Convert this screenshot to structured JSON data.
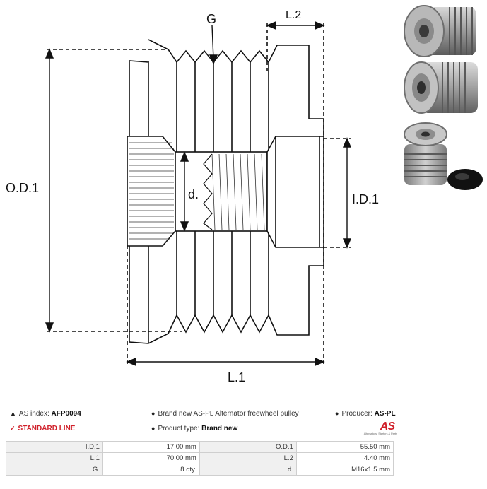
{
  "diagram": {
    "label_G": "G",
    "label_L2": "L.2",
    "label_OD1": "O.D.1",
    "label_ID1": "I.D.1",
    "label_d": "d.",
    "label_L1": "L.1"
  },
  "info": {
    "index_label": "AS index:",
    "index_value": "AFP0094",
    "description": "Brand new AS-PL Alternator freewheel pulley",
    "producer_label": "Producer:",
    "producer_value": "AS-PL",
    "line_label": "STANDARD LINE",
    "type_label": "Product type:",
    "type_value": "Brand new",
    "logo_text": "AS",
    "logo_subtext": "Alternators, Starters & Parts"
  },
  "specs": [
    {
      "l1": "I.D.1",
      "v1": "17.00 mm",
      "l2": "O.D.1",
      "v2": "55.50 mm"
    },
    {
      "l1": "L.1",
      "v1": "70.00 mm",
      "l2": "L.2",
      "v2": "4.40 mm"
    },
    {
      "l1": "G.",
      "v1": "8 qty.",
      "l2": "d.",
      "v2": "M16x1.5 mm"
    }
  ],
  "colors": {
    "accent": "#d0202a"
  }
}
